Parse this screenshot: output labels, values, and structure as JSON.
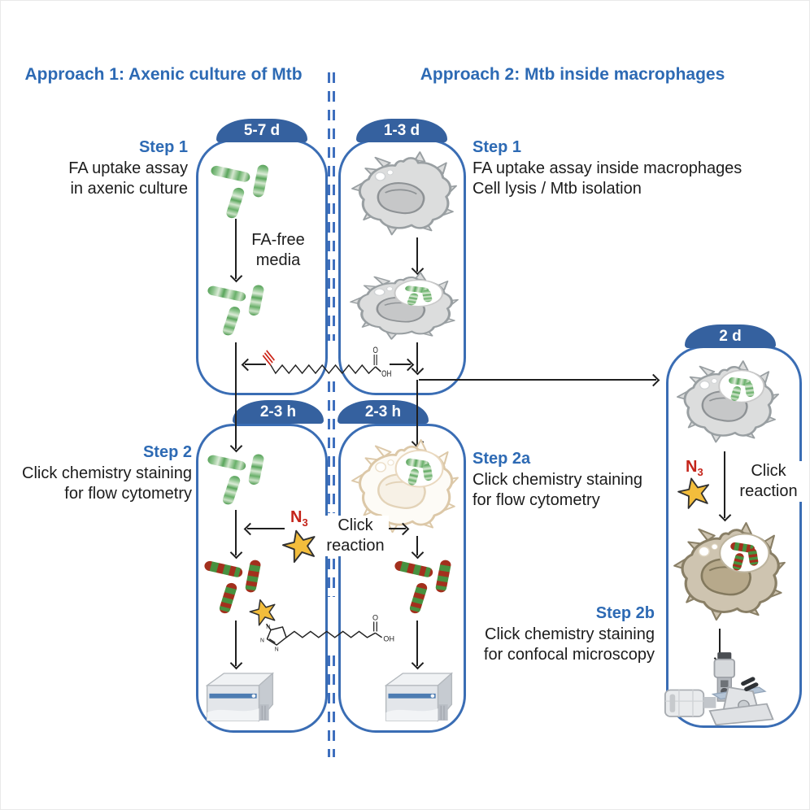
{
  "figure": {
    "approach1_title": "Approach 1: Axenic culture of Mtb",
    "approach2_title": "Approach 2: Mtb inside macrophages"
  },
  "badges": {
    "a1_top": "5-7 d",
    "a2_top": "1-3 d",
    "a1_bottom": "2-3 h",
    "a2_bottom": "2-3 h",
    "right_box": "2 d"
  },
  "steps": {
    "a1s1": {
      "title": "Step 1",
      "line1": "FA uptake assay",
      "line2": "in axenic culture"
    },
    "a2s1": {
      "title": "Step 1",
      "line1": "FA uptake assay inside macrophages",
      "line2": "Cell lysis / Mtb isolation"
    },
    "a1s2": {
      "title": "Step 2",
      "line1": "Click chemistry staining",
      "line2": "for flow cytometry"
    },
    "a2s2a": {
      "title": "Step 2a",
      "line1": "Click chemistry staining",
      "line2": "for flow cytometry"
    },
    "a2s2b": {
      "title": "Step 2b",
      "line1": "Click chemistry staining",
      "line2": "for confocal microscopy"
    }
  },
  "labels": {
    "fa_free_1": "FA-free",
    "fa_free_2": "media",
    "click_1": "Click",
    "click_2": "reaction",
    "azide_n": "N",
    "azide_3": "3"
  },
  "molecule": {
    "o": "O",
    "oh": "OH",
    "n": "N"
  },
  "icons": {
    "mtb_bacteria": "green rod-shaped Mtb bacilli",
    "stained_bacteria": "click-stained red/green Mtb bacilli",
    "macrophage": "gray macrophage cell",
    "infected_macrophage": "macrophage with Mtb in vacuole",
    "lysed_macrophage": "faded lysed macrophage",
    "stained_macrophage": "stained macrophage after click reaction",
    "azide_star": "azide fluorophore star",
    "alkyne_fatty_acid": "terminal-alkyne fatty acid structure",
    "triazole_fatty_acid": "clicked triazole fatty-acid product",
    "flow_cytometer": "flow cytometer instrument",
    "confocal_microscope": "confocal microscope instrument"
  },
  "colors": {
    "blue_accent": "#35619f",
    "blue_border": "#3a6db4",
    "blue_text": "#2d6ab4",
    "red": "#c4241a",
    "star_gold": "#f3bd3c",
    "bacteria_green": "#57a159"
  }
}
